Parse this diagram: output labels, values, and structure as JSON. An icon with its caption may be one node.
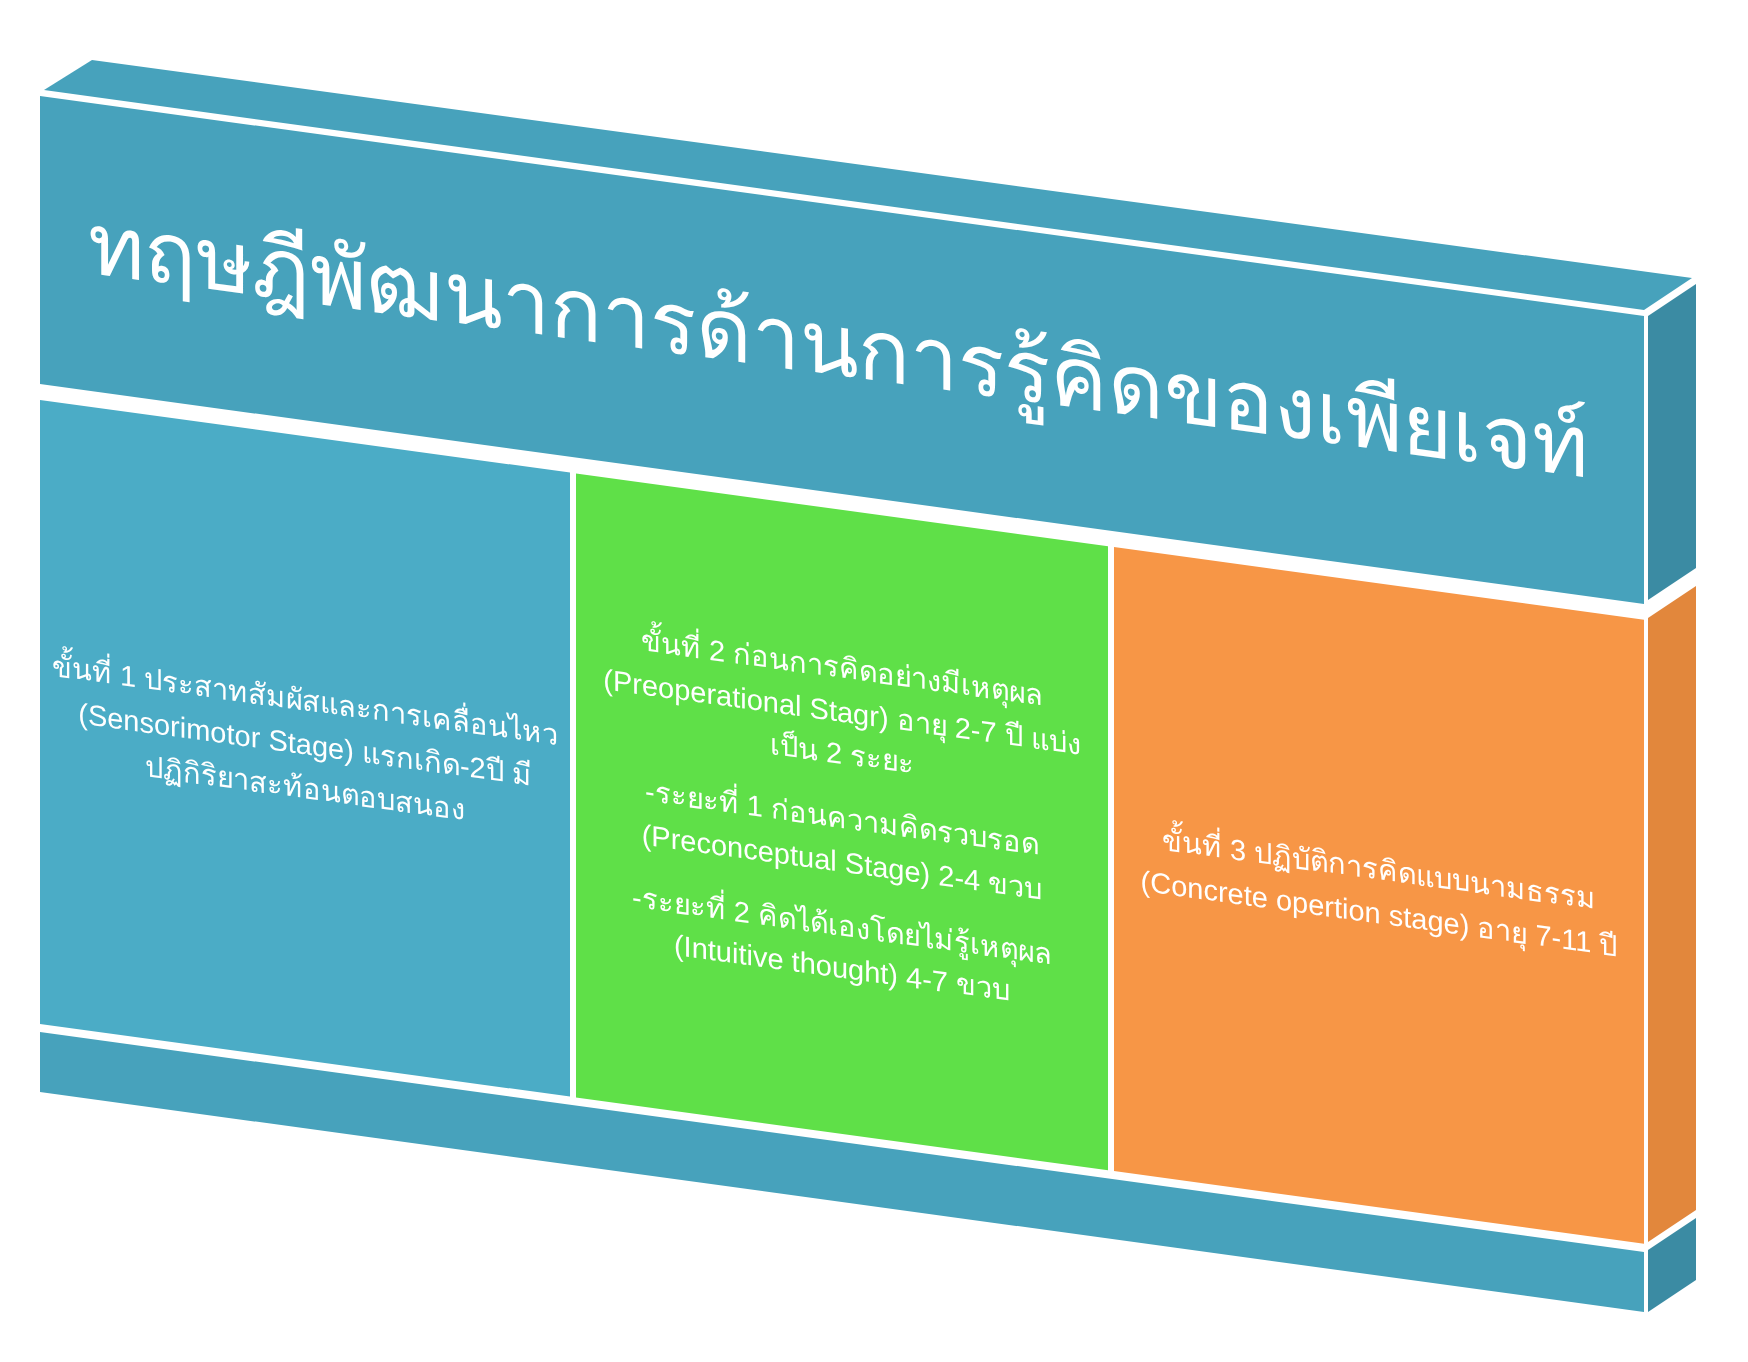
{
  "diagram": {
    "title": "ทฤษฎีพัฒนาการด้านการรู้คิดของเพียเจท์",
    "nodes": [
      {
        "text": [
          "ขั้นที่ 1 ประสาทสัมผัสและการเคลื่อนไหว (Sensorimotor Stage) แรกเกิด-2ปี มีปฏิกิริยาสะท้อนตอบสนอง"
        ]
      },
      {
        "text": [
          "ขั้นที่ 2 ก่อนการคิดอย่างมีเหตุผล (Preoperational Stagr) อายุ 2-7 ปี แบ่งเป็น 2 ระยะ",
          "-ระยะที่ 1 ก่อนความคิดรวบรอด (Preconceptual Stage) 2-4 ขวบ",
          "-ระยะที่ 2 คิดได้เองโดยไม่รู้เหตุผล (Intuitive thought) 4-7 ขวบ"
        ]
      },
      {
        "text": [
          "ขั้นที่ 3 ปฏิบัติการคิดแบบนามธรรม (Concrete opertion stage) อายุ 7-11 ปี"
        ]
      }
    ]
  }
}
